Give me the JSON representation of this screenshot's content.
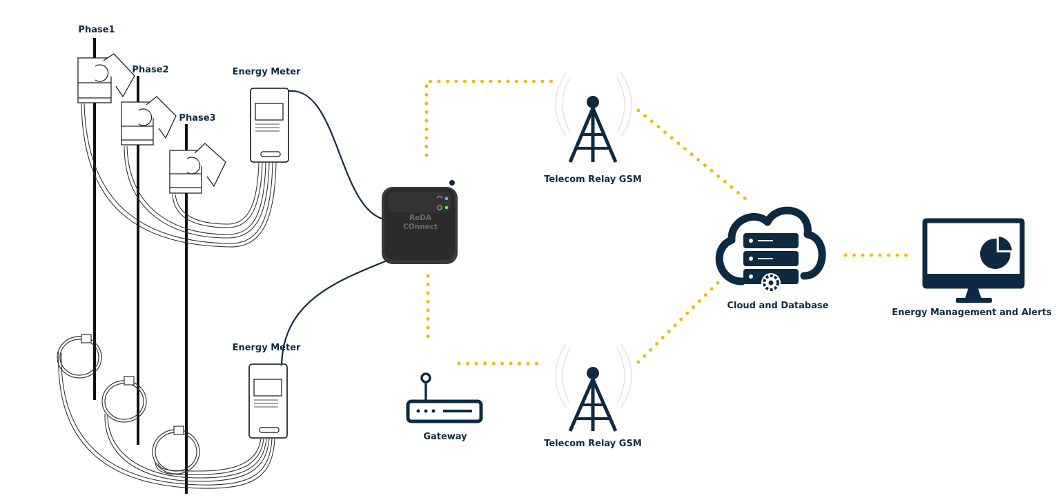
{
  "colors": {
    "navy": "#0e2a42",
    "dots": "#f5b800",
    "device": "#2b2b2b",
    "wire": "#222222"
  },
  "labels": {
    "phase1": "Phase1",
    "phase2": "Phase2",
    "phase3": "Phase3",
    "energy_meter_top": "Energy Meter",
    "energy_meter_bottom": "Energy Meter",
    "device_line1": "ReDA",
    "device_line2": "COnnect",
    "telecom_top": "Telecom Relay GSM",
    "telecom_bottom": "Telecom Relay GSM",
    "gateway": "Gateway",
    "cloud": "Cloud and Database",
    "monitor": "Energy Management and Alerts"
  },
  "icons": {
    "tower": "cell-tower-icon",
    "router": "router-icon",
    "cloud": "cloud-database-icon",
    "monitor": "monitor-pie-chart-icon",
    "device": "gateway-device-icon",
    "meter": "energy-meter-icon",
    "ct_clamp": "current-clamp-icon",
    "rogowski": "rogowski-coil-icon"
  }
}
